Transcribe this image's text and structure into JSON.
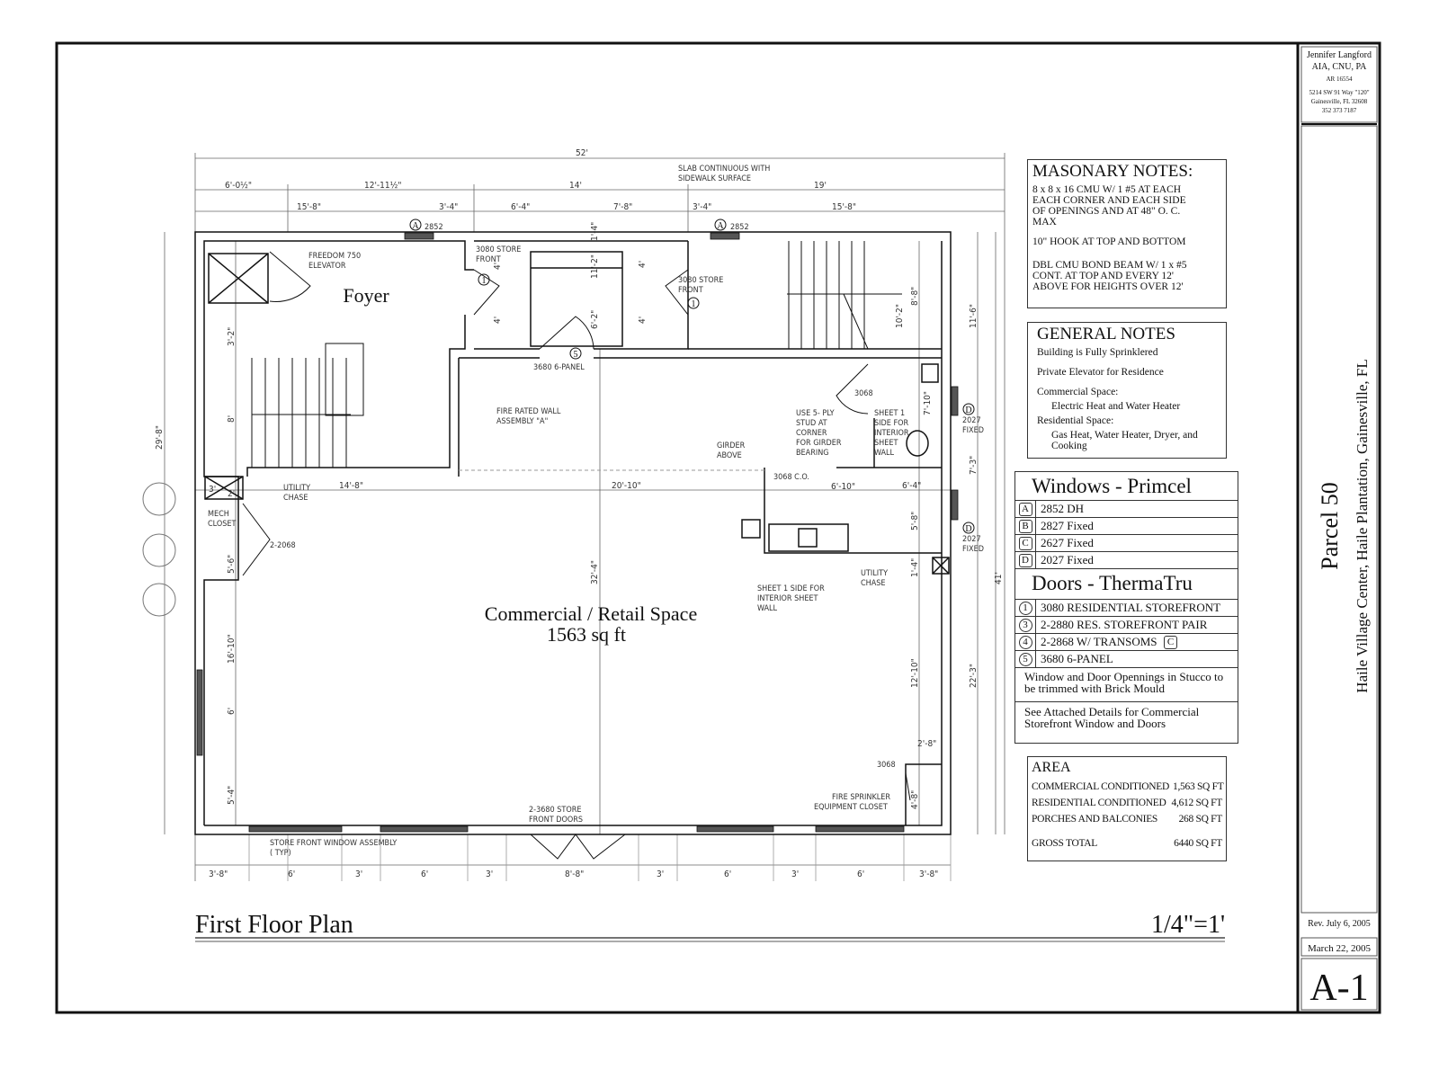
{
  "title_block": {
    "architect_name": "Jennifer Langford",
    "credentials": "AIA, CNU, PA",
    "license": "AR 16554",
    "address_line1": "5214 SW 91 Way \"120\"",
    "address_line2": "Gainesville, FL 32608",
    "phone": "352 373 7187",
    "project_name": "Parcel 50",
    "project_location": "Haile Village Center, Haile Plantation, Gainesville, FL",
    "revision": "Rev. July 6, 2005",
    "date": "March 22, 2005",
    "sheet_number": "A-1"
  },
  "drawing": {
    "title": "First Floor Plan",
    "scale": "1/4\"=1'"
  },
  "masonary_notes": {
    "heading": "MASONARY NOTES:",
    "items": [
      "8 x 8 x 16 CMU W/ 1 #5 AT EACH EACH CORNER AND EACH SIDE OF OPENINGS AND AT 48\" O. C. MAX",
      "10\" HOOK AT TOP AND BOTTOM",
      "DBL CMU BOND BEAM W/ 1 x #5 CONT. AT TOP AND EVERY 12' ABOVE FOR HEIGHTS OVER 12'"
    ]
  },
  "general_notes": {
    "heading": "GENERAL NOTES",
    "items": [
      "Building is Fully Sprinklered",
      "Private Elevator for Residence",
      "Commercial Space:",
      "Electric Heat and Water Heater",
      "Residential Space:",
      "Gas Heat, Water Heater, Dryer, and Cooking"
    ]
  },
  "schedule": {
    "windows_heading": "Windows - Primcel",
    "windows": [
      {
        "tag": "A",
        "desc": "2852 DH"
      },
      {
        "tag": "B",
        "desc": "2827 Fixed"
      },
      {
        "tag": "C",
        "desc": "2627 Fixed"
      },
      {
        "tag": "D",
        "desc": "2027 Fixed"
      }
    ],
    "doors_heading": "Doors - ThermaTru",
    "doors": [
      {
        "tag": "1",
        "desc": "3080 RESIDENTIAL STOREFRONT"
      },
      {
        "tag": "3",
        "desc": "2-2880 RES. STOREFRONT PAIR"
      },
      {
        "tag": "4",
        "desc": "2-2868 W/ TRANSOMS",
        "extra_tag": "C"
      },
      {
        "tag": "5",
        "desc": "3680 6-PANEL"
      }
    ],
    "note1": "Window and Door Opennings in Stucco to be trimmed with Brick Mould",
    "note2": "See Attached Details for Commercial Storefront Window and Doors"
  },
  "area": {
    "heading": "AREA",
    "rows": [
      {
        "label": "COMMERCIAL CONDITIONED",
        "value": "1,563 SQ FT"
      },
      {
        "label": "RESIDENTIAL CONDITIONED",
        "value": "4,612 SQ FT"
      },
      {
        "label": "PORCHES AND BALCONIES",
        "value": "268 SQ FT"
      }
    ],
    "total_label": "GROSS TOTAL",
    "total_value": "6440 SQ FT"
  },
  "plan": {
    "rooms": {
      "foyer": "Foyer",
      "commercial": "Commercial / Retail Space",
      "commercial_area": "1563 sq ft"
    },
    "dims_top": [
      "52'",
      "6'-0½\"",
      "12'-11½\"",
      "14'",
      "19'",
      "15'-8\"",
      "3'-4\"",
      "6'-4\"",
      "7'-8\"",
      "3'-4\"",
      "15'-8\""
    ],
    "dims_bottom": [
      "3'-8\"",
      "6'",
      "3'",
      "6'",
      "3'",
      "8'-8\"",
      "3'",
      "6'",
      "3'",
      "6'",
      "3'-8\""
    ],
    "dims_side": [
      "29'-8\"",
      "11'-6\"",
      "41'",
      "22'-3\""
    ],
    "dims_interior": [
      "3'-2\"",
      "8'",
      "5'-6\"",
      "16'-10\"",
      "6'",
      "5'-4\"",
      "32'-4\"",
      "14'-8\"",
      "20'-10\"",
      "6'-10\"",
      "6'-4\"",
      "7'-10\"",
      "7'-3\"",
      "5'-8\"",
      "1'-4\"",
      "12'-10\"",
      "2'-8\"",
      "4'-8\"",
      "10'-2\"",
      "8'-8\"",
      "6'-2\"",
      "11'-2\"",
      "1'-4\"",
      "4'",
      "4'",
      "4'",
      "4'",
      "3'",
      "2'"
    ],
    "labels": [
      "FREEDOM 750",
      "ELEVATOR",
      "3080 STORE",
      "FRONT",
      "3080 STORE",
      "FRONT",
      "SLAB CONTINUOUS WITH",
      "SIDEWALK SURFACE",
      "3680 6-PANEL",
      "FIRE RATED WALL",
      "ASSEMBLY \"A\"",
      "GIRDER",
      "ABOVE",
      "USE 5- PLY",
      "STUD AT",
      "CORNER",
      "FOR GIRDER",
      "BEARING",
      "SHEET 1",
      "SIDE FOR",
      "INTERIOR",
      "SHEET",
      "WALL",
      "3068",
      "3068 C.O.",
      "UTILITY",
      "CHASE",
      "MECH",
      "CLOSET",
      "2-2068",
      "UTILITY",
      "CHASE",
      "SHEET 1 SIDE FOR",
      "INTERIOR SHEET",
      "WALL",
      "2027",
      "FIXED",
      "2027",
      "FIXED",
      "2852",
      "2852",
      "3068",
      "FIRE SPRINKLER",
      "EQUIPMENT CLOSET",
      "2-3680 STORE",
      "FRONT DOORS",
      "STORE FRONT WINDOW ASSEMBLY",
      "( TYP)"
    ],
    "tags": [
      "A",
      "A",
      "D",
      "D",
      "1",
      "1",
      "5"
    ]
  }
}
